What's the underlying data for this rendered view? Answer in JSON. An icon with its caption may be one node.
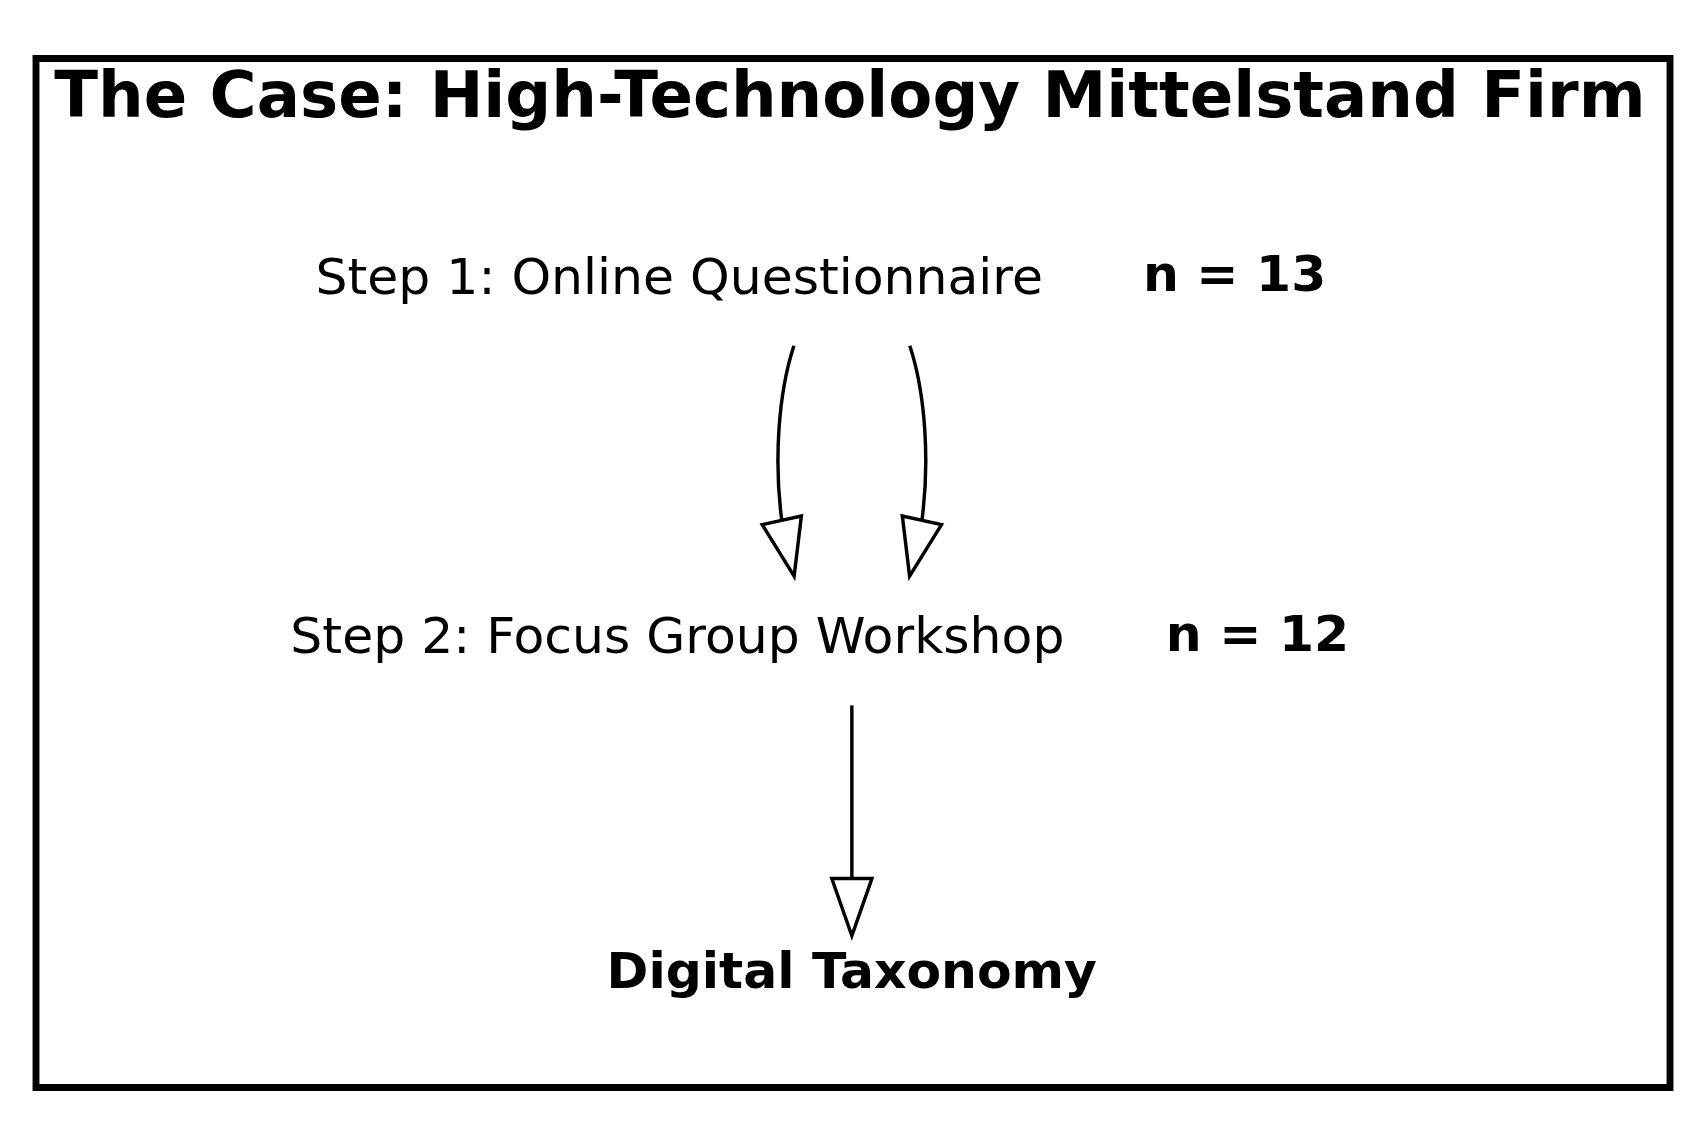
{
  "diagram": {
    "nodes": [
      {
        "text": [
          "The Case: High-Technology Mittelstand Firm"
        ]
      },
      {
        "text": [
          "Step 1: Online Questionnaire"
        ],
        "in": 0,
        "beside": [
          "n = 13"
        ]
      },
      {
        "text": [
          "Step 2: Focus Group Workshop"
        ],
        "in": 0,
        "beside": [
          "n = 12"
        ]
      },
      {
        "text": [
          "Digital Taxonomy"
        ],
        "in": 0
      }
    ],
    "edges": [
      {
        "from": 1,
        "to": 2,
        "arrow": "to"
      },
      {
        "from": 1,
        "to": 2,
        "arrow": "to"
      },
      {
        "from": 2,
        "to": 3,
        "arrow": "to"
      }
    ]
  }
}
